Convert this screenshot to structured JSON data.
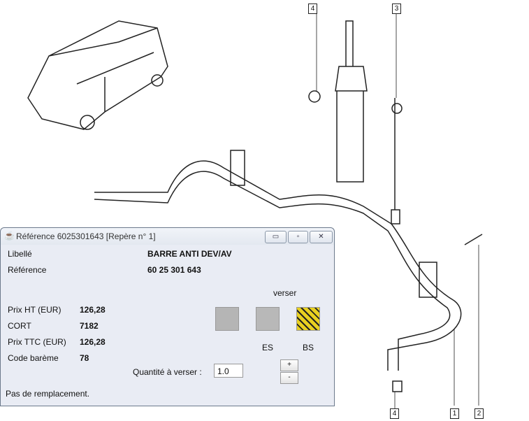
{
  "diagram": {
    "callouts": [
      "4",
      "3",
      "1",
      "2",
      "4"
    ]
  },
  "window": {
    "title": "Référence 6025301643 [Repère n° 1]",
    "minimize": "▭",
    "maximize": "▫",
    "close": "✕"
  },
  "fields": {
    "libelle_label": "Libellé",
    "libelle_value": "BARRE ANTI DEV/AV",
    "reference_label": "Référence",
    "reference_value": "60 25 301 643",
    "prix_ht_label": "Prix HT (EUR)",
    "prix_ht_value": "126,28",
    "cort_label": "CORT",
    "cort_value": "7182",
    "prix_ttc_label": "Prix TTC (EUR)",
    "prix_ttc_value": "126,28",
    "bareme_label": "Code barème",
    "bareme_value": "78"
  },
  "verser": {
    "heading": "verser",
    "es_label": "ES",
    "bs_label": "BS",
    "qty_label": "Quantité à verser :",
    "qty_value": "1.0",
    "plus": "+",
    "minus": "-"
  },
  "status": "Pas de remplacement."
}
